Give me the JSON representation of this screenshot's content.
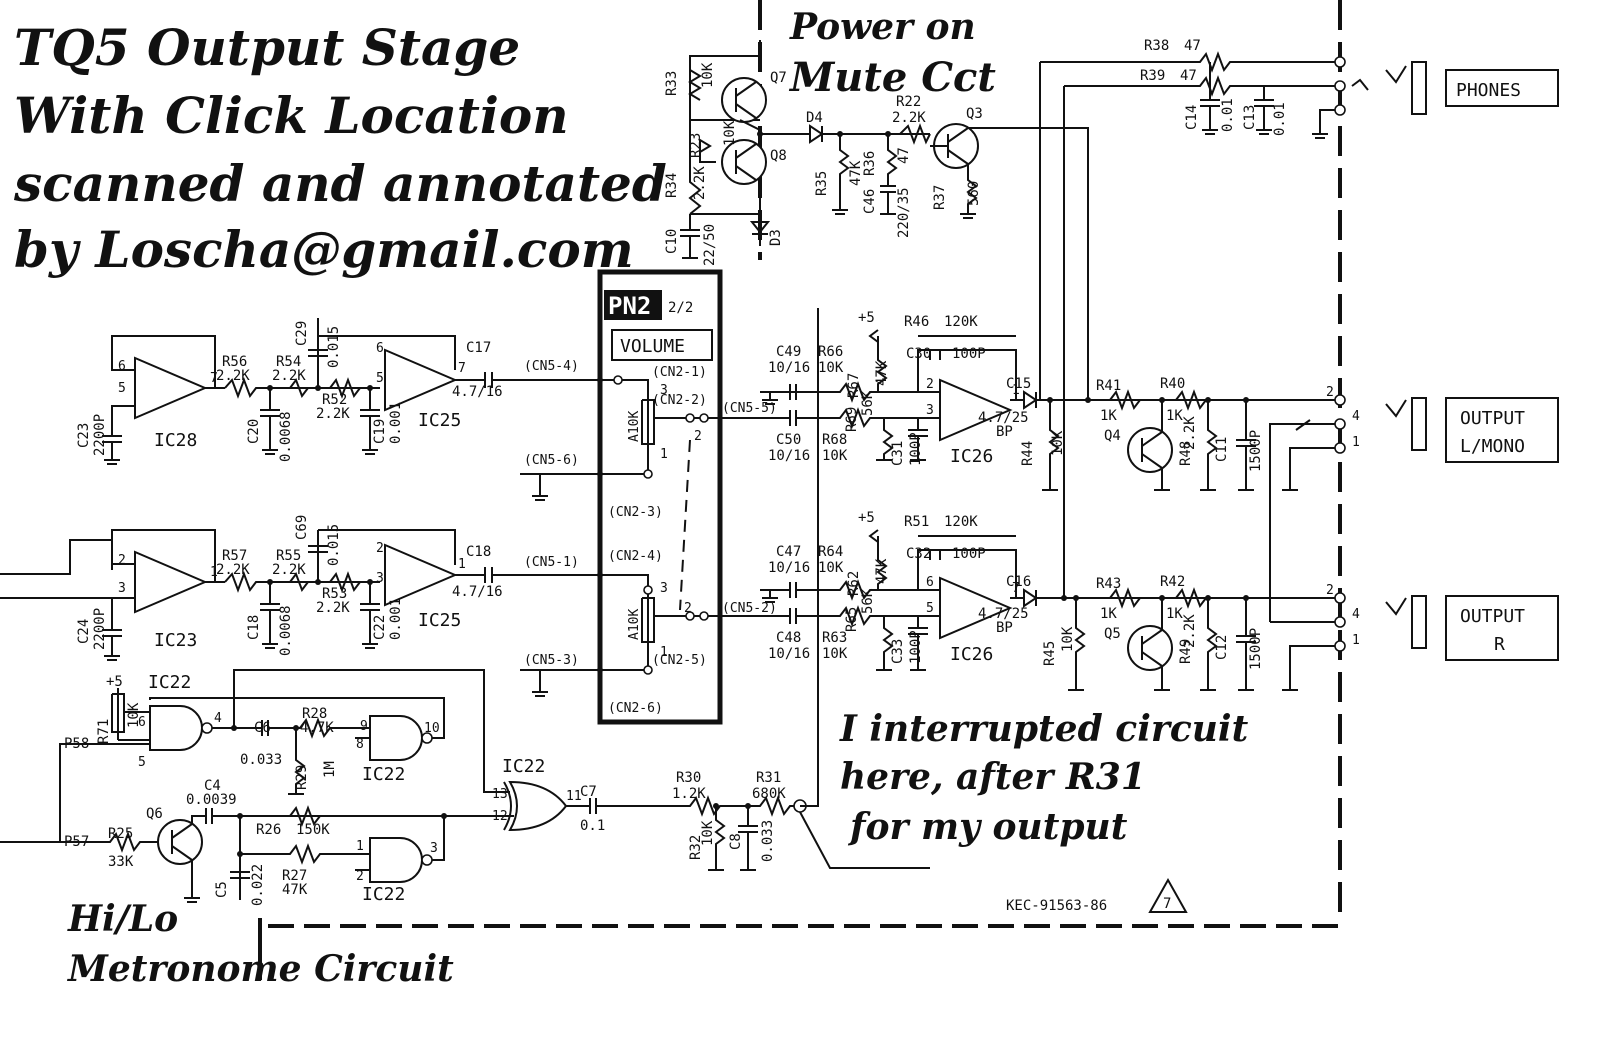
{
  "headings": {
    "title_line1": "TQ5 Output Stage",
    "title_line2": "With Click Location",
    "title_line3": "scanned and annotated",
    "title_line4": "by Loscha@gmail.com",
    "power_line1": "Power on",
    "power_line2": "Mute Cct",
    "note_line1": "I interrupted circuit",
    "note_line2": "here, after R31",
    "note_line3": "for my output",
    "hilo_line1": "Hi/Lo",
    "hilo_line2": "Metronome Circuit"
  },
  "connector_labels": {
    "phones": "PHONES",
    "output_l_line1": "OUTPUT",
    "output_l_line2": "L/MONO",
    "output_r_line1": "OUTPUT",
    "output_r_line2": "R",
    "pn2": "PN2",
    "pn2_sub": "2/2",
    "volume": "VOLUME"
  },
  "ic_labels": {
    "ic28": "IC28",
    "ic25_top": "IC25",
    "ic23": "IC23",
    "ic25_bot": "IC25",
    "ic26_top": "IC26",
    "ic26_bot": "IC26",
    "ic22_a": "IC22",
    "ic22_b": "IC22",
    "ic22_c": "IC22",
    "ic22_d": "IC22"
  },
  "transistors": {
    "q7": "Q7",
    "q8": "Q8",
    "q3": "Q3",
    "q4": "Q4",
    "q5": "Q5",
    "q6": "Q6"
  },
  "cn_labels": {
    "cn5_4": "(CN5-4)",
    "cn5_6": "(CN5-6)",
    "cn5_1": "(CN5-1)",
    "cn5_3": "(CN5-3)",
    "cn5_5": "(CN5-5)",
    "cn5_2": "(CN5-2)",
    "cn2_1": "(CN2-1)",
    "cn2_2": "(CN2-2)",
    "cn2_3": "(CN2-3)",
    "cn2_4": "(CN2-4)",
    "cn2_5": "(CN2-5)",
    "cn2_6": "(CN2-6)",
    "a10k_top": "A10K",
    "a10k_bot": "A10K"
  },
  "components": {
    "r56": "R56",
    "r56v": "2.2K",
    "r54": "R54",
    "r54v": "2.2K",
    "c29": "C29",
    "c29v": "0.015",
    "r52": "R52",
    "r52v": "2.2K",
    "c20": "C20",
    "c20v": "0.0068",
    "c19": "C19",
    "c19v": "0.001",
    "c23": "C23",
    "c23v": "2200P",
    "c17": "C17",
    "c17v": "4.7/16",
    "r57": "R57",
    "r57v": "2.2K",
    "r55": "R55",
    "r55v": "2.2K",
    "c69": "C69",
    "c69v": "0.015",
    "r53": "R53",
    "r53v": "2.2K",
    "c18": "C18",
    "c18v": "0.0068",
    "c22": "C22",
    "c22v": "0.001",
    "c24": "C24",
    "c24v": "2200P",
    "c18b": "C18",
    "c18bv": "4.7/16",
    "r33": "R33",
    "r33v": "10K",
    "r23": "R23",
    "r23v": "10K",
    "r34": "R34",
    "r34v": "2.2K",
    "c10": "C10",
    "c10v": "22/50",
    "d3": "D3",
    "d4": "D4",
    "r35": "R35",
    "r35v": "47K",
    "r36": "R36",
    "r36v": "47",
    "c46": "C46",
    "c46v": "220/35",
    "r22": "R22",
    "r22v": "2.2K",
    "r37": "R37",
    "r37v": "560",
    "r38": "R38",
    "r38v": "47",
    "r39": "R39",
    "r39v": "47",
    "c14": "C14",
    "c14v": "0.01",
    "c13": "C13",
    "c13v": "0.01",
    "plus5_a": "+5",
    "plus5_b": "+5",
    "plus5_c": "+5",
    "r46": "R46",
    "r46v": "120K",
    "c30": "C30",
    "c30v": "100P",
    "c49": "C49",
    "c49v": "10/16",
    "r66": "R66",
    "r66v": "10K",
    "r67": "R67",
    "r67v": "47K",
    "r69": "R69",
    "r69v": "56K",
    "c50": "C50",
    "c50v": "10/16",
    "r68": "R68",
    "r68v": "10K",
    "c31": "C31",
    "c31v": "100P",
    "c15": "C15",
    "c15v": "4.7/25",
    "bp_a": "BP",
    "r44": "R44",
    "r44v": "10K",
    "r41": "R41",
    "r41v": "1K",
    "r40": "R40",
    "r40v": "1K",
    "r48": "R48",
    "r48v": "2.2K",
    "c11": "C11",
    "c11v": "1500P",
    "r51": "R51",
    "r51v": "120K",
    "c32": "C32",
    "c32v": "100P",
    "c47": "C47",
    "c47v": "10/16",
    "r64": "R64",
    "r64v": "10K",
    "r62": "R62",
    "r62v": "47K",
    "r65": "R65",
    "r65v": "56K",
    "c48": "C48",
    "c48v": "10/16",
    "r63": "R63",
    "r63v": "10K",
    "c33": "C33",
    "c33v": "100P",
    "c16": "C16",
    "c16v": "4.7/25",
    "bp_b": "BP",
    "r45": "R45",
    "r45v": "10K",
    "r43": "R43",
    "r43v": "1K",
    "r42": "R42",
    "r42v": "1K",
    "r49": "R49",
    "r49v": "2.2K",
    "c12": "C12",
    "c12v": "1500P",
    "r71": "R71",
    "r71v": "10K",
    "p58": "P58",
    "p57": "P57",
    "c6": "C6",
    "c6v": "0.033",
    "r28": "R28",
    "r28v": "4.7K",
    "r29": "R29",
    "r29v": "1M",
    "c4": "C4",
    "c4v": "0.0039",
    "r26": "R26",
    "r26v": "150K",
    "r25": "R25",
    "r25v": "33K",
    "r27": "R27",
    "r27v": "47K",
    "c5": "C5",
    "c5v": "0.022",
    "c7": "C7",
    "c7v": "0.1",
    "r30": "R30",
    "r30v": "1.2K",
    "r31": "R31",
    "r31v": "680K",
    "r32": "R32",
    "r32v": "10K",
    "c8": "C8",
    "c8v": "0.033",
    "kec": "KEC-91563-86",
    "sheet": "7"
  },
  "pins": {
    "p6": "6",
    "p5": "5",
    "p7": "7",
    "p2": "2",
    "p3": "3",
    "p1": "1",
    "p4": "4",
    "p8": "8",
    "p9": "9",
    "p10": "10",
    "p11": "11",
    "p12": "12",
    "p13": "13"
  }
}
